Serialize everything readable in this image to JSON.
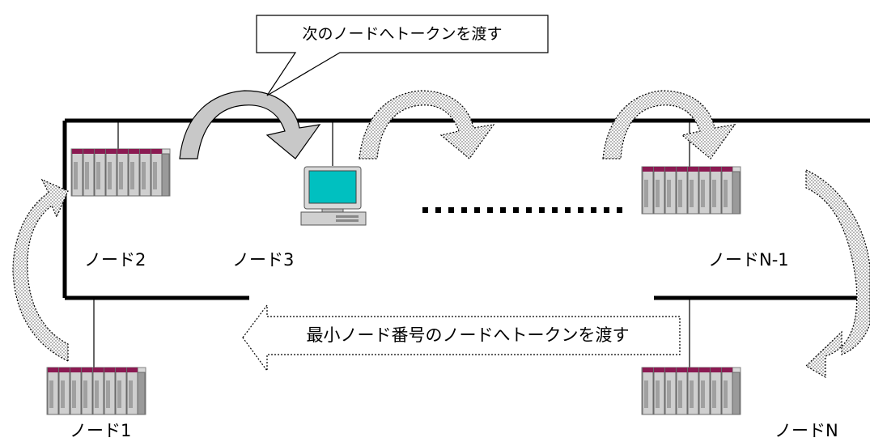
{
  "callout": {
    "text": "次のノードへトークンを渡す"
  },
  "bottom_arrow": {
    "text": "最小ノード番号のノードへトークンを渡す"
  },
  "nodes": {
    "node1": "ノード1",
    "node2": "ノード2",
    "node3": "ノード3",
    "nodeN1": "ノードN-1",
    "nodeN": "ノードN"
  },
  "colors": {
    "plc_top_stripe": "#8b1a52",
    "plc_body": "#c8c8c8",
    "pc_screen": "#00c0c0",
    "arrow_solid": "#c8c8c8",
    "arrow_dotted": "#d0d0d0",
    "bus_line": "#000000"
  },
  "icons": {
    "plc": "plc-rack-icon",
    "pc": "personal-computer-icon"
  }
}
